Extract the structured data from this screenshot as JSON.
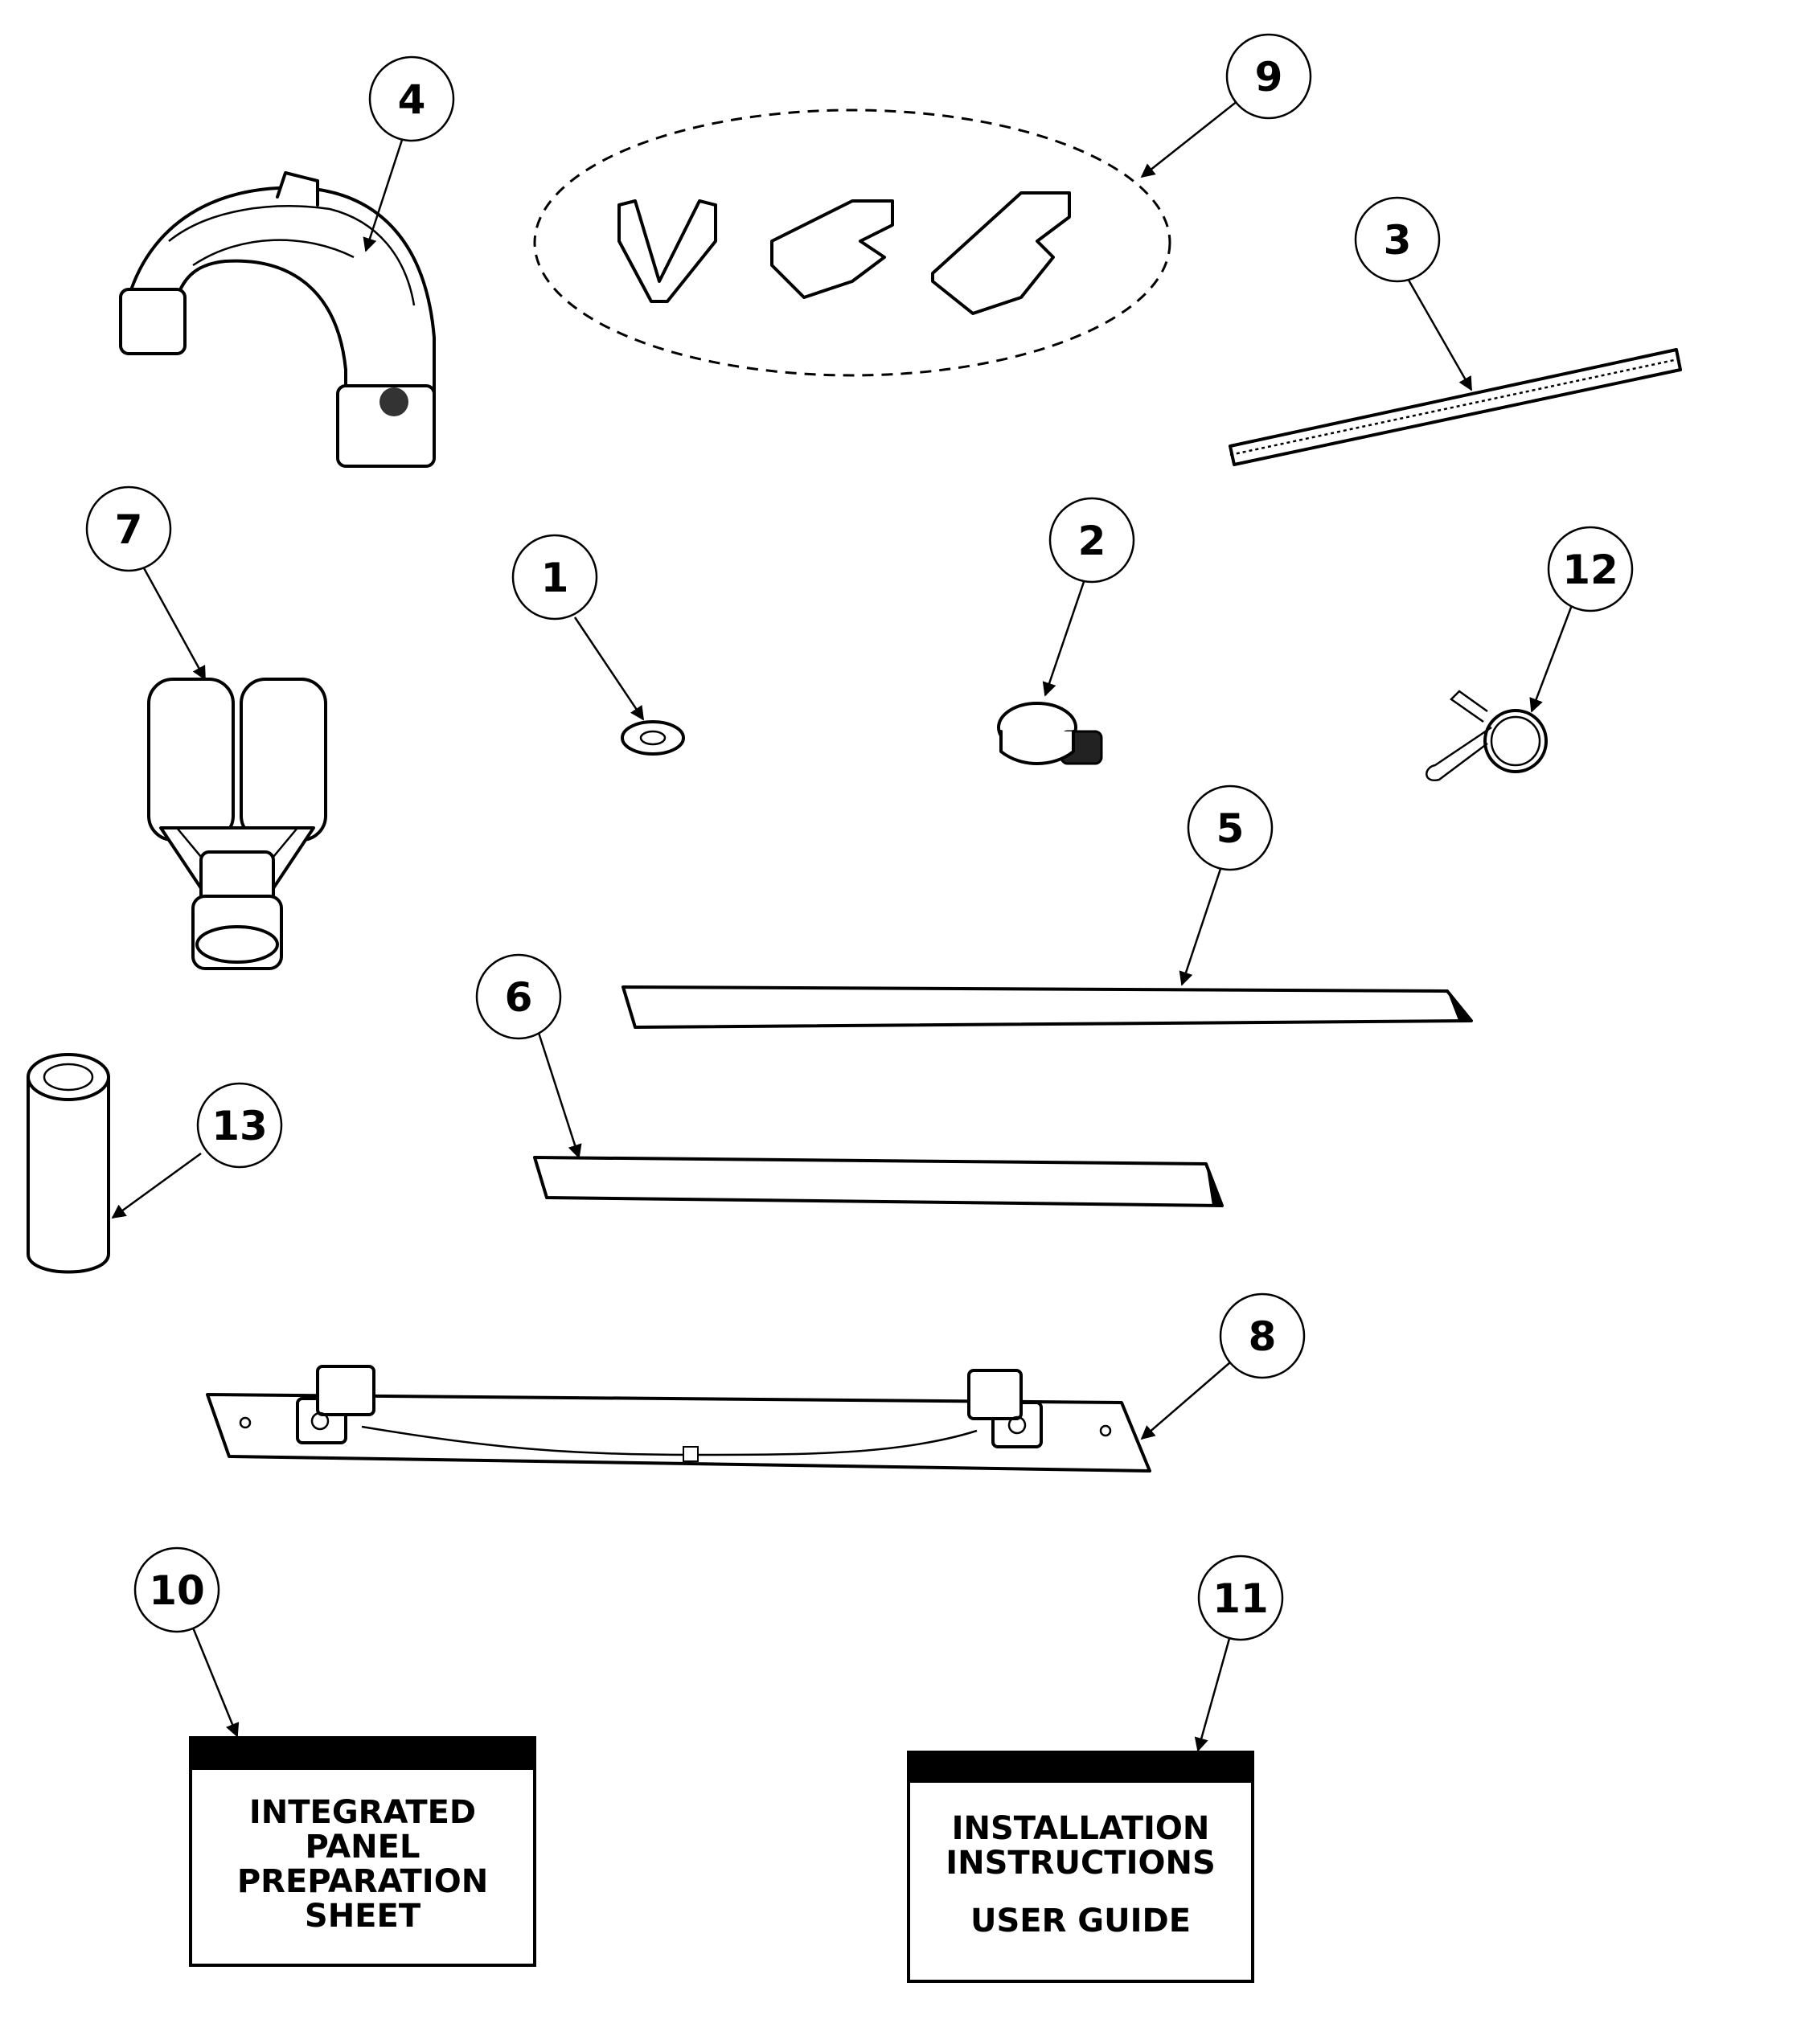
{
  "callouts": {
    "c1": "1",
    "c2": "2",
    "c3": "3",
    "c4": "4",
    "c5": "5",
    "c6": "6",
    "c7": "7",
    "c8": "8",
    "c9": "9",
    "c10": "10",
    "c11": "11",
    "c12": "12",
    "c13": "13"
  },
  "booklets": {
    "panel_sheet": {
      "l1": "INTEGRATED",
      "l2": "PANEL",
      "l3": "PREPARATION",
      "l4": "SHEET"
    },
    "install_guide": {
      "l1": "INSTALLATION",
      "l2": "INSTRUCTIONS",
      "l3": "USER GUIDE"
    }
  }
}
